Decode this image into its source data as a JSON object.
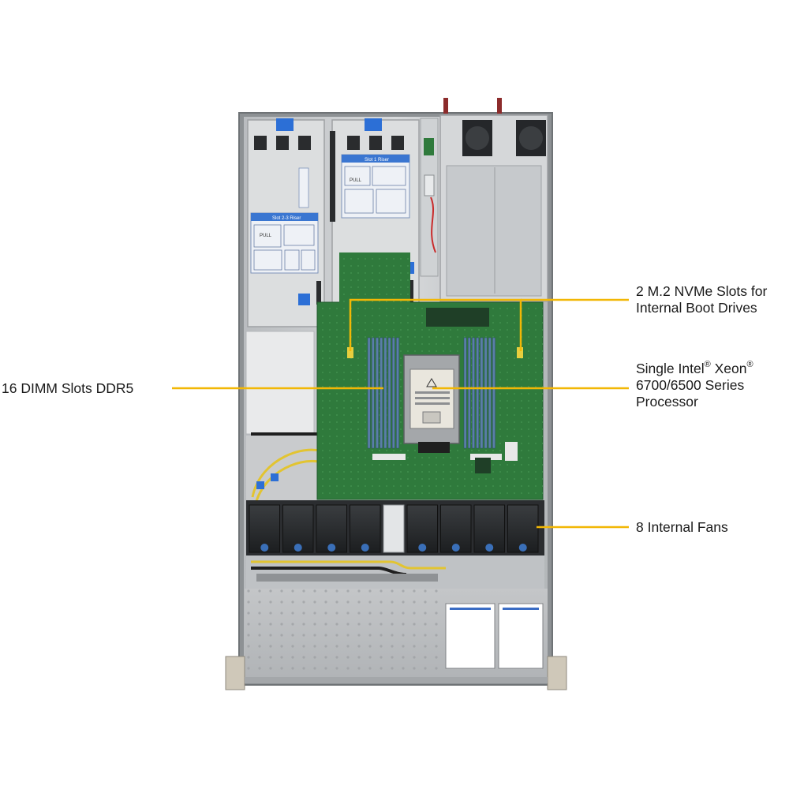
{
  "callouts": {
    "nvme": {
      "lines": [
        "2 M.2 NVMe Slots for",
        "Internal Boot Drives"
      ]
    },
    "cpu": {
      "line1_a": "Single Intel",
      "line1_sup1": "®",
      "line1_b": " Xeon",
      "line1_sup2": "®",
      "line2": "6700/6500 Series",
      "line3": "Processor"
    },
    "dimm": {
      "text": "16 DIMM Slots DDR5"
    },
    "fans": {
      "text": "8 Internal Fans"
    }
  },
  "riser_cards": {
    "left": {
      "title": "Slot 2-3 Riser",
      "pull": "PULL"
    },
    "right": {
      "title": "Slot 1 Riser",
      "pull": "PULL"
    }
  },
  "colors": {
    "callout_line": "#f2b705",
    "pcb": "#2f7a3c",
    "chassis": "#c9cbcd",
    "riser": "#dcdedf",
    "label_blue": "#2c6fd6"
  },
  "counts": {
    "dimm_slots": 16,
    "fans": 8
  }
}
